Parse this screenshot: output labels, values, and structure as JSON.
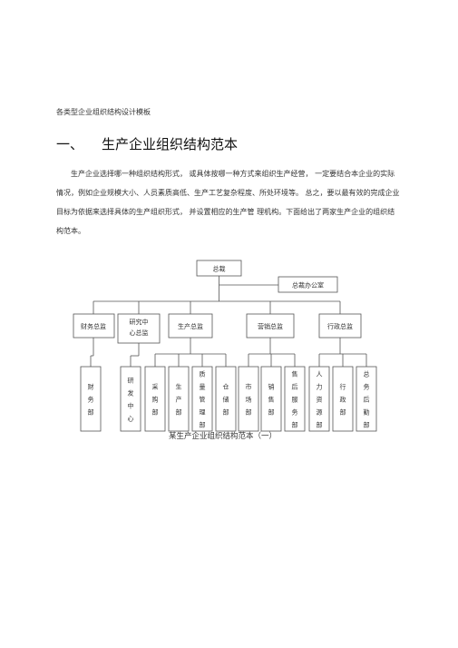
{
  "document": {
    "subtitle": "各类型企业组织结构设计模板",
    "heading_number": "一、",
    "heading_title": "生产企业组织结构范本",
    "paragraph": "生产企业选择哪一种组织结构形式， 或具体按哪一种方式来组织生产经营， 一定要结合本企业的实际情况，例如企业规模大小、人员素质高低、生产工艺复杂程度、所处环境等。 总之，要以最有效的完成企业目标为依据来选择具体的生产组织形式， 并设置相应的生产管 理机构。下面给出了两家生产企业的组织结构范本。",
    "caption": "某生产企业组织结构范本（一）"
  },
  "org_chart": {
    "top": "总裁",
    "office": "总裁办公室",
    "level2": [
      "财务总监",
      "研究中心总监",
      "生产总监",
      "营销总监",
      "行政总监"
    ],
    "departments": [
      "财务部",
      "研发中心",
      "采购部",
      "生产部",
      "质量管理部",
      "仓储部",
      "市场部",
      "销售部",
      "售后服务部",
      "人力资源部",
      "行政部",
      "总务后勤部"
    ]
  }
}
